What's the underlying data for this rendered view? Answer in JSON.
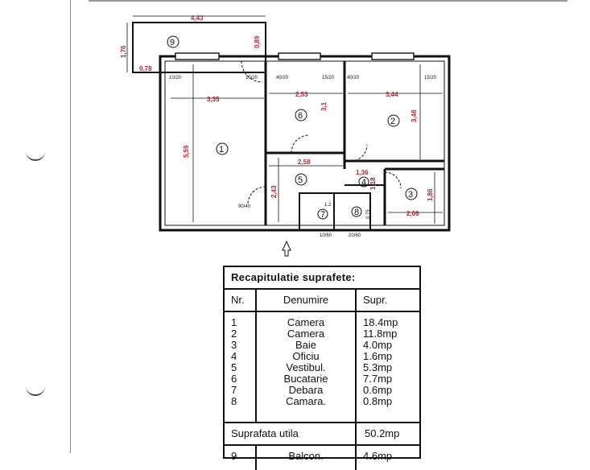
{
  "plan": {
    "dimensions": {
      "balcony_width": "4,43",
      "balcony_depth": "1,76",
      "balcony_side": "0,78",
      "balcony_gap": "0,89",
      "room1_width": "3,35",
      "room1_height": "5,59",
      "room6_width": "2,53",
      "room6_height": "3,1",
      "room2_width": "3,44",
      "room2_height": "3,48",
      "room5_width": "2,58",
      "room5_height": "2,43",
      "room4_width": "1,36",
      "room4_height": "1,18",
      "room3_width": "2,06",
      "room3_height": "1,86"
    },
    "room_numbers": [
      "1",
      "2",
      "3",
      "4",
      "5",
      "6",
      "7",
      "8",
      "9"
    ],
    "window_codes": {
      "w1a": "10/20",
      "w1b": "10/20",
      "w6a": "40/20",
      "w6b": "15/20",
      "w2a": "40/20",
      "w2b": "15/20",
      "d1": "90/40",
      "d7": "10/60",
      "d8": "20/60",
      "h7": "1.2",
      "h8": "0.75"
    }
  },
  "table": {
    "title": "Recapitulatie suprafete:",
    "headers": {
      "nr": "Nr.",
      "name": "Denumire",
      "area": "Supr."
    },
    "rows": [
      {
        "nr": "1",
        "name": "Camera",
        "area": "18.4mp"
      },
      {
        "nr": "2",
        "name": "Camera",
        "area": "11.8mp"
      },
      {
        "nr": "3",
        "name": "Baie",
        "area": "4.0mp"
      },
      {
        "nr": "4",
        "name": "Oficiu",
        "area": "1.6mp"
      },
      {
        "nr": "5",
        "name": "Vestibul.",
        "area": "5.3mp"
      },
      {
        "nr": "6",
        "name": "Bucatarie",
        "area": "7.7mp"
      },
      {
        "nr": "7",
        "name": "Debara",
        "area": "0.6mp"
      },
      {
        "nr": "8",
        "name": "Camara.",
        "area": "0.8mp"
      }
    ],
    "total": {
      "label": "Suprafata utila",
      "area": "50.2mp"
    },
    "extra": {
      "nr": "9",
      "name": "Balcon.",
      "area": "4.6mp"
    }
  }
}
